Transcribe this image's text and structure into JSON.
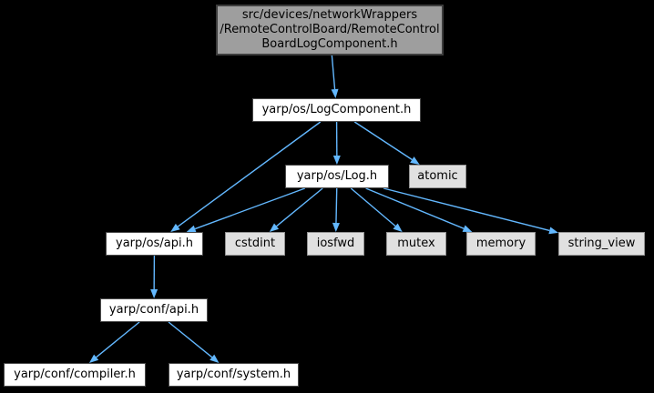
{
  "diagram": {
    "type": "include-dependency-graph",
    "colors": {
      "background": "#000000",
      "edge": "#63b8ff",
      "text": "#000000",
      "header_fill": "#ffffff",
      "header_border": "#4a4a4a",
      "system_fill": "#e0e0e0",
      "system_border": "#949494",
      "root_fill": "#9e9e9e",
      "root_border": "#3d3d3d"
    },
    "nodes": [
      {
        "id": "root",
        "kind": "root",
        "label": "src/devices/networkWrappers\n/RemoteControlBoard/RemoteControl\nBoardLogComponent.h"
      },
      {
        "id": "log_component_h",
        "kind": "header",
        "label": "yarp/os/LogComponent.h"
      },
      {
        "id": "log_h",
        "kind": "header",
        "label": "yarp/os/Log.h"
      },
      {
        "id": "atomic",
        "kind": "system",
        "label": "atomic"
      },
      {
        "id": "os_api_h",
        "kind": "header",
        "label": "yarp/os/api.h"
      },
      {
        "id": "cstdint",
        "kind": "system",
        "label": "cstdint"
      },
      {
        "id": "iosfwd",
        "kind": "system",
        "label": "iosfwd"
      },
      {
        "id": "mutex",
        "kind": "system",
        "label": "mutex"
      },
      {
        "id": "memory",
        "kind": "system",
        "label": "memory"
      },
      {
        "id": "string_view",
        "kind": "system",
        "label": "string_view"
      },
      {
        "id": "conf_api_h",
        "kind": "header",
        "label": "yarp/conf/api.h"
      },
      {
        "id": "conf_compiler_h",
        "kind": "header",
        "label": "yarp/conf/compiler.h"
      },
      {
        "id": "conf_system_h",
        "kind": "header",
        "label": "yarp/conf/system.h"
      }
    ],
    "edges": [
      {
        "from": "root",
        "to": "log_component_h"
      },
      {
        "from": "log_component_h",
        "to": "log_h"
      },
      {
        "from": "log_component_h",
        "to": "atomic"
      },
      {
        "from": "log_component_h",
        "to": "os_api_h"
      },
      {
        "from": "log_h",
        "to": "os_api_h"
      },
      {
        "from": "log_h",
        "to": "cstdint"
      },
      {
        "from": "log_h",
        "to": "iosfwd"
      },
      {
        "from": "log_h",
        "to": "mutex"
      },
      {
        "from": "log_h",
        "to": "memory"
      },
      {
        "from": "log_h",
        "to": "string_view"
      },
      {
        "from": "os_api_h",
        "to": "conf_api_h"
      },
      {
        "from": "conf_api_h",
        "to": "conf_compiler_h"
      },
      {
        "from": "conf_api_h",
        "to": "conf_system_h"
      }
    ]
  }
}
